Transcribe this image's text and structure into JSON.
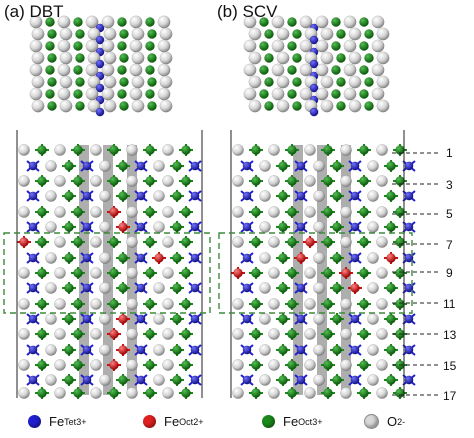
{
  "panels": [
    {
      "label": "(a) DBT"
    },
    {
      "label": "(b) SCV"
    }
  ],
  "layer_labels": [
    "1",
    "3",
    "5",
    "7",
    "9",
    "11",
    "13",
    "15",
    "17"
  ],
  "legend": [
    {
      "base": "Fe",
      "sub": "Tet",
      "sup": "3+",
      "color": "#2020d0"
    },
    {
      "base": "Fe",
      "sub": "Oct",
      "sup": "2+",
      "color": "#e02020"
    },
    {
      "base": "Fe",
      "sub": "Oct",
      "sup": "3+",
      "color": "#1a8a1a"
    },
    {
      "base": "O",
      "sub": "",
      "sup": "2-",
      "color": "#d8d8d8"
    }
  ],
  "colors": {
    "fe_tet": "#2020d0",
    "fe_oct2": "#e02020",
    "fe_oct3": "#1a8a1a",
    "oxygen": "#d8d8d8",
    "dashed_box": "#3c8a3c"
  }
}
